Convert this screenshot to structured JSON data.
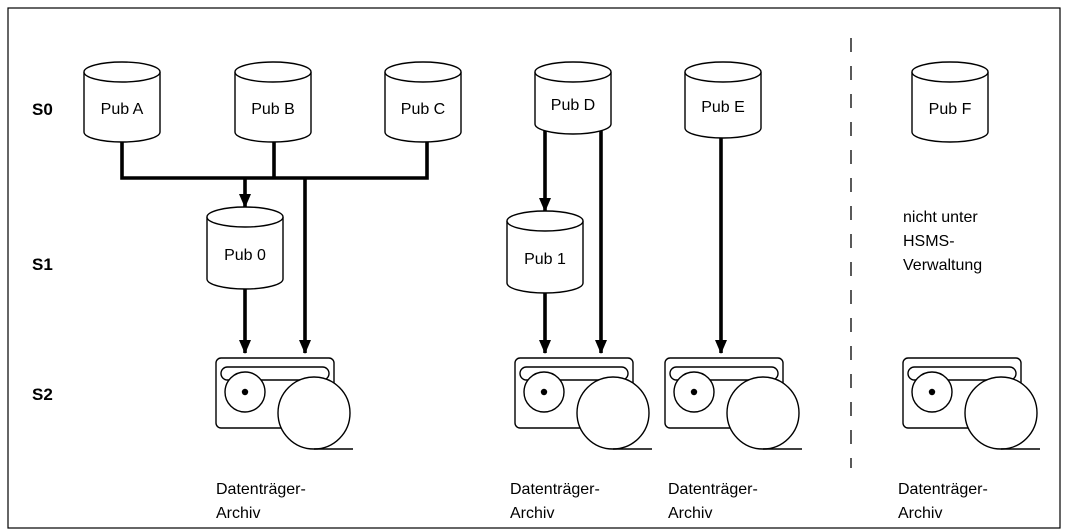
{
  "levels": {
    "s0": "S0",
    "s1": "S1",
    "s2": "S2"
  },
  "disks": {
    "pub_a": "Pub A",
    "pub_b": "Pub B",
    "pub_c": "Pub C",
    "pub_d": "Pub D",
    "pub_e": "Pub E",
    "pub_f": "Pub F",
    "pub_0": "Pub 0",
    "pub_1": "Pub 1"
  },
  "note": {
    "line1": "nicht unter",
    "line2": "HSMS-",
    "line3": "Verwaltung"
  },
  "archives": [
    {
      "line1": "Datenträger-",
      "line2": "Archiv"
    },
    {
      "line1": "Datenträger-",
      "line2": "Archiv"
    },
    {
      "line1": "Datenträger-",
      "line2": "Archiv"
    },
    {
      "line1": "Datenträger-",
      "line2": "Archiv"
    }
  ]
}
